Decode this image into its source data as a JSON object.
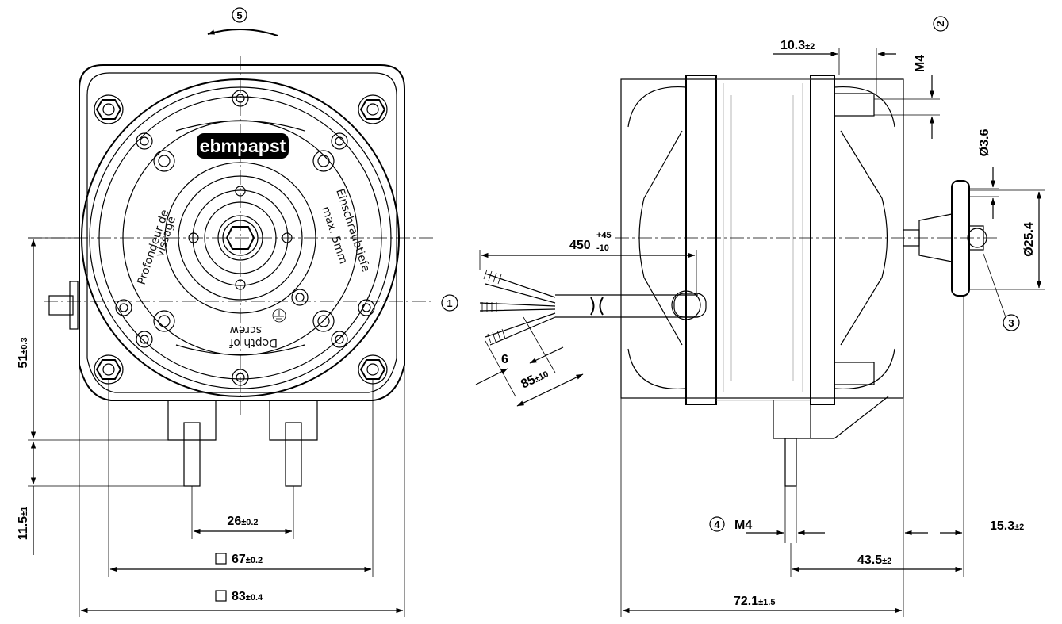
{
  "brand": "ebmpapst",
  "engraving": {
    "fr_line1": "Profondeur de",
    "fr_line2": "vissage",
    "de_line1": "Einschraubtiefe",
    "de_line2": "max. 5mm",
    "en_line1": "Depth of",
    "en_line2": "screw"
  },
  "callouts": {
    "c1": "1",
    "c2": "2",
    "c3": "3",
    "c4": "4",
    "c5": "5"
  },
  "dims": {
    "d51": {
      "main": "51",
      "tol": "±0.3"
    },
    "d115": {
      "main": "11.5",
      "tol": "±1"
    },
    "d26": {
      "main": "26",
      "tol": "±0.2"
    },
    "d67": {
      "main": "67",
      "tol": "±0.2"
    },
    "d83": {
      "main": "83",
      "tol": "±0.4"
    },
    "d450": {
      "main": "450",
      "tol_upper": "+45",
      "tol_lower": "-10"
    },
    "d6": {
      "main": "6"
    },
    "d85": {
      "main": "85",
      "tol": "±10"
    },
    "d103": {
      "main": "10.3",
      "tol": "±2"
    },
    "dM4top": {
      "main": "M4"
    },
    "d36": {
      "main": "Ø3.6"
    },
    "d254": {
      "main": "Ø25.4"
    },
    "dM4bot": {
      "main": "M4"
    },
    "d153": {
      "main": "15.3",
      "tol": "±2"
    },
    "d435": {
      "main": "43.5",
      "tol": "±2"
    },
    "d721": {
      "main": "72.1",
      "tol": "±1.5"
    }
  }
}
